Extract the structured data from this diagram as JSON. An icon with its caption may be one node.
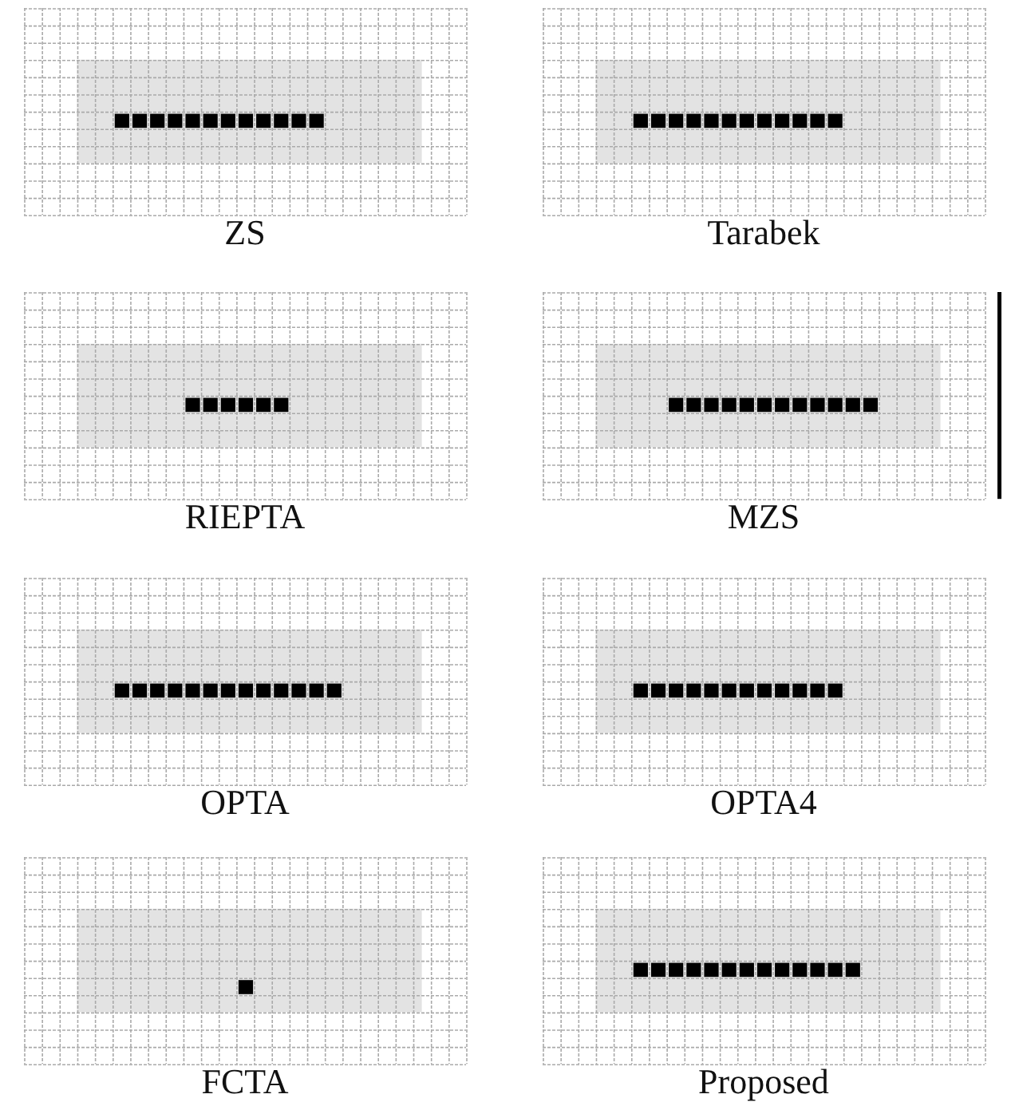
{
  "diagram": {
    "labels": [
      "ZS",
      "Tarabek",
      "RIEPTA",
      "MZS",
      "OPTA",
      "OPTA4",
      "FCTA",
      "Proposed"
    ]
  }
}
